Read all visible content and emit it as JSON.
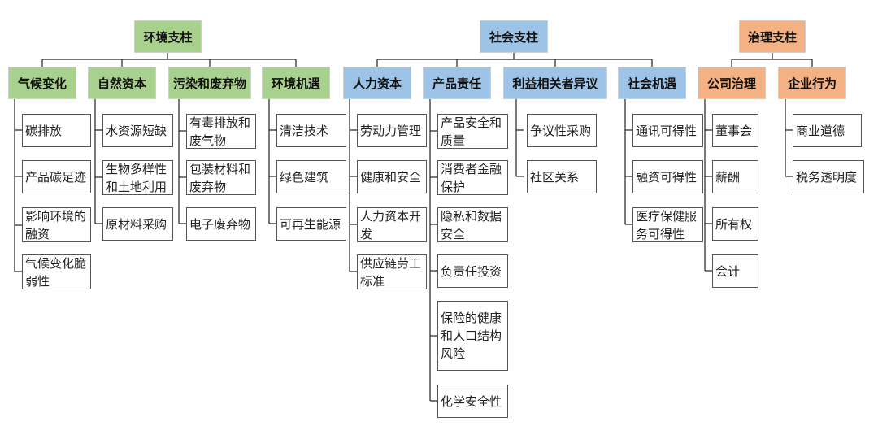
{
  "colors": {
    "environment": "#a9d18e",
    "social": "#9dc3e6",
    "governance": "#f4b183"
  },
  "pillars": [
    {
      "label": "环境支柱",
      "categories": [
        {
          "label": "气候变化",
          "items": [
            "碳排放",
            "产品碳足迹",
            "影响环境的融资",
            "气候变化脆弱性"
          ]
        },
        {
          "label": "自然资本",
          "items": [
            "水资源短缺",
            "生物多样性和土地利用",
            "原材料采购"
          ]
        },
        {
          "label": "污染和废弃物",
          "items": [
            "有毒排放和废气物",
            "包装材料和废弃物",
            "电子废弃物"
          ]
        },
        {
          "label": "环境机遇",
          "items": [
            "清洁技术",
            "绿色建筑",
            "可再生能源"
          ]
        }
      ]
    },
    {
      "label": "社会支柱",
      "categories": [
        {
          "label": "人力资本",
          "items": [
            "劳动力管理",
            "健康和安全",
            "人力资本开发",
            "供应链劳工标准"
          ]
        },
        {
          "label": "产品责任",
          "items": [
            "产品安全和质量",
            "消费者金融保护",
            "隐私和数据安全",
            "负责任投资",
            "保险的健康和人口结构风险",
            "化学安全性"
          ]
        },
        {
          "label": "利益相关者异议",
          "items": [
            "争议性采购",
            "社区关系"
          ]
        },
        {
          "label": "社会机遇",
          "items": [
            "通讯可得性",
            "融资可得性",
            "医疗保健服务可得性"
          ]
        }
      ]
    },
    {
      "label": "治理支柱",
      "categories": [
        {
          "label": "公司治理",
          "items": [
            "董事会",
            "薪酬",
            "所有权",
            "会计"
          ]
        },
        {
          "label": "企业行为",
          "items": [
            "商业道德",
            "税务透明度"
          ]
        }
      ]
    }
  ]
}
